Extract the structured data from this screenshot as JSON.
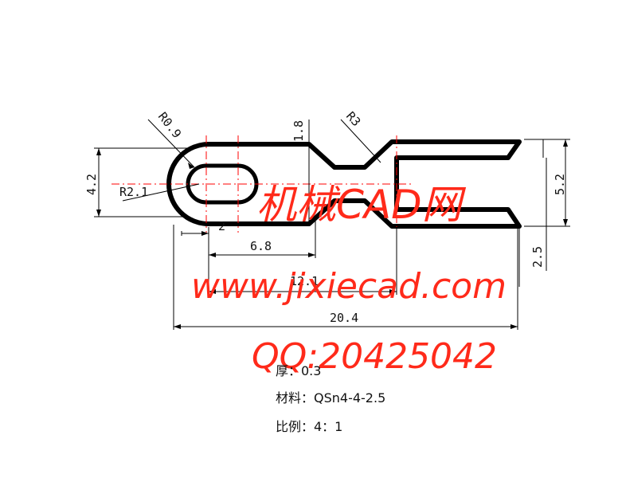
{
  "dimensions": {
    "r0_9": "R0.9",
    "r2_1": "R2.1",
    "d1_8": "1.8",
    "r3": "R3",
    "d4_2": "4.2",
    "d5_2": "5.2",
    "d2": "2",
    "d6_8": "6.8",
    "d12_1": "12.1",
    "d20_4": "20.4",
    "d2_5": "2.5"
  },
  "notes": {
    "thickness": "厚：0.3",
    "material": "材料：QSn4-4-2.5",
    "scale": "比例：4：1"
  },
  "watermark": {
    "site_name": "机械CAD网",
    "url": "www.jixiecad.com",
    "qq": "QQ:20425042",
    "color": "#ff2a1a"
  },
  "colors": {
    "outline": "#000000",
    "centerline": "#ff0000",
    "dimension": "#000000"
  }
}
